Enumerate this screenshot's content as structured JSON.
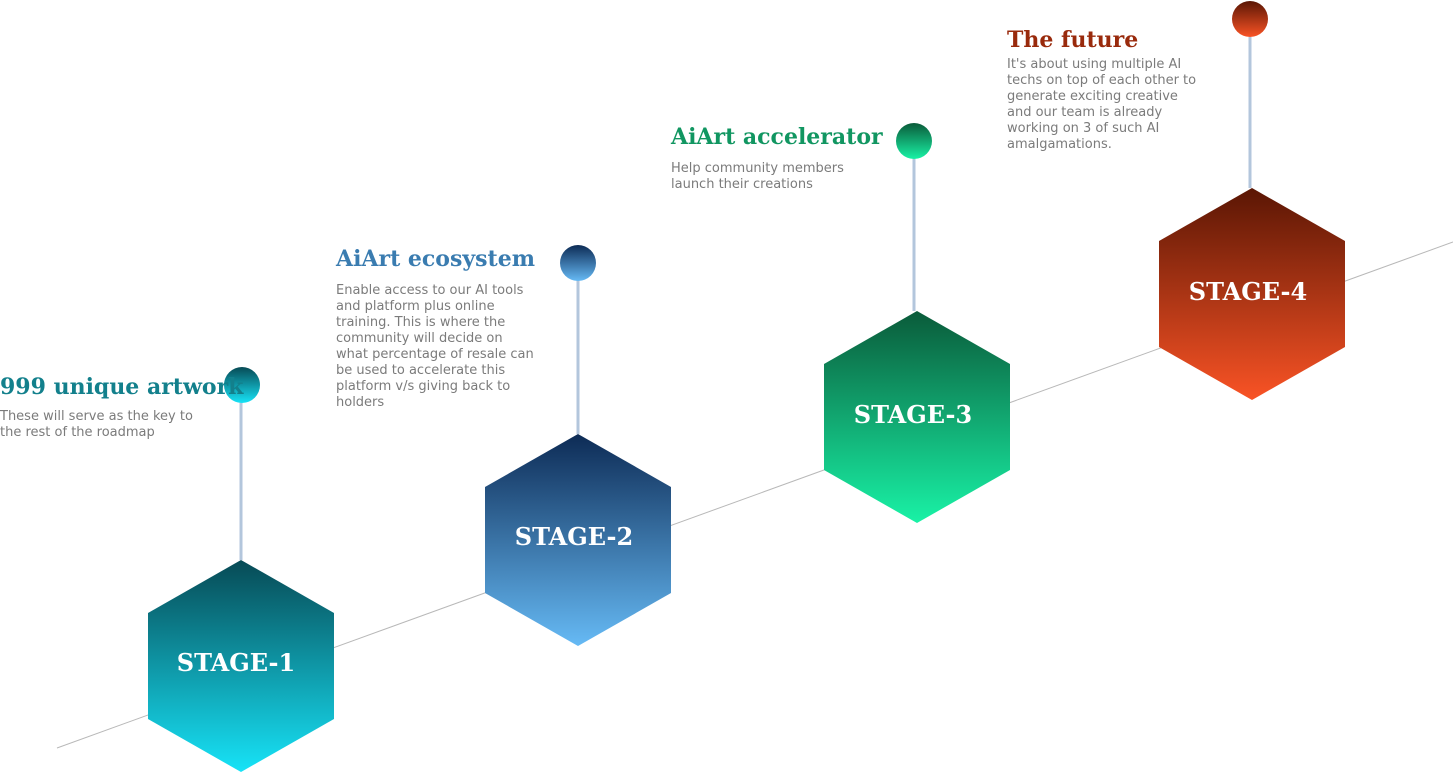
{
  "colors": {
    "baseline": "#b8b8b8",
    "connector": "#b3c6dc"
  },
  "stages": [
    {
      "label": "STAGE-1",
      "title": "999 unique artwork",
      "description": "These will serve as the key to the rest of the roadmap",
      "title_color": "#13808c",
      "gradient": [
        "#074a55",
        "#17e3f7"
      ]
    },
    {
      "label": "STAGE-2",
      "title": "AiArt ecosystem",
      "description": "Enable access to our AI tools and platform plus online training. This is where the community will decide on what percentage of resale can be used to accelerate this platform v/s giving back to holders",
      "title_color": "#3a7cb0",
      "gradient": [
        "#0d2b55",
        "#66baf5"
      ]
    },
    {
      "label": "STAGE-3",
      "title": "AiArt accelerator",
      "description": "Help community members launch their creations",
      "title_color": "#119661",
      "gradient": [
        "#0a5b3a",
        "#19f2a6"
      ]
    },
    {
      "label": "STAGE-4",
      "title": "The future",
      "description": "It's about using multiple AI techs on top of each other to generate exciting creative and our team is already working on 3 of such AI amalgamations.",
      "title_color": "#992a0c",
      "gradient": [
        "#5a1604",
        "#f95325"
      ]
    }
  ]
}
